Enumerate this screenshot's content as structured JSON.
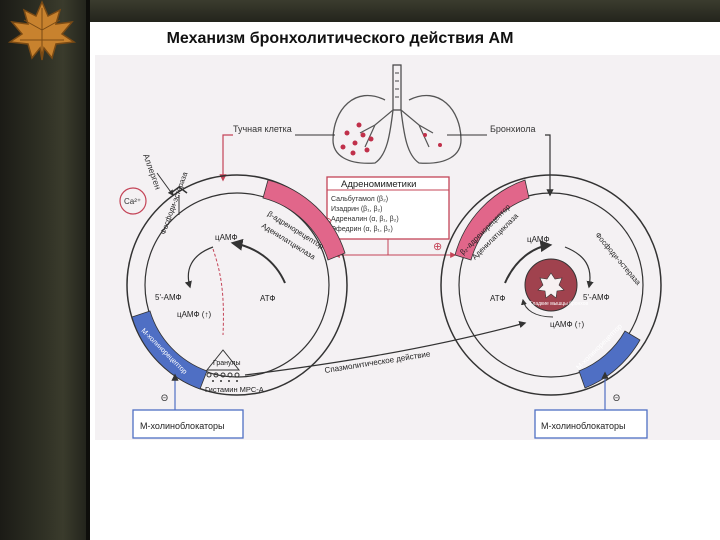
{
  "slide": {
    "title": "Механизм бронхолитического действия АМ"
  },
  "diagram": {
    "mast_cell_label": "Тучная клетка",
    "bronchiole_label": "Бронхиола",
    "allergen_label": "Аллерген",
    "calcium_label": "Ca²⁺",
    "adrenomimetics": {
      "header": "Адреномиметики",
      "items": [
        "Сальбутамол (β₂)",
        "Изадрин (β₁, β₂)",
        "Адреналин (α, β₁, β₂)",
        "Эфедрин (α, β₁, β₂)"
      ]
    },
    "left_cell": {
      "receptor": "β-адренорецептор",
      "cyclase": "Аденилатциклаза",
      "camp": "цАМФ",
      "atp": "АТФ",
      "pde": "Фосфоди-эстераза",
      "amp": "5'-АМФ",
      "camp_up": "цАМФ (↑)",
      "m_receptor": "М-холинорецептор",
      "granules": "Гранулы",
      "mediators": "Гистамин МРС-А"
    },
    "right_cell": {
      "receptor": "β₂-адренорецептор",
      "cyclase": "Аденилатциклаза",
      "camp": "цАМФ",
      "atp": "АТФ",
      "pde": "Фосфоди-эстераза",
      "amp": "5'-АМФ",
      "camp_up": "цАМФ (↑)",
      "m_receptor": "М-холинорецептор",
      "smooth_muscle": "Гладкие мышцы бронхов"
    },
    "spasmolytic_label": "Спазмолитическое действие",
    "plus_sign": "⊕",
    "minus_sign": "Θ",
    "m_blockers_left": "М-холиноблокаторы",
    "m_blockers_right": "М-холиноблокаторы"
  },
  "colors": {
    "receptor_pink": "#e1668a",
    "blocker_blue": "#4f6fc4",
    "line_red": "#c44457",
    "line_dark": "#333333"
  }
}
